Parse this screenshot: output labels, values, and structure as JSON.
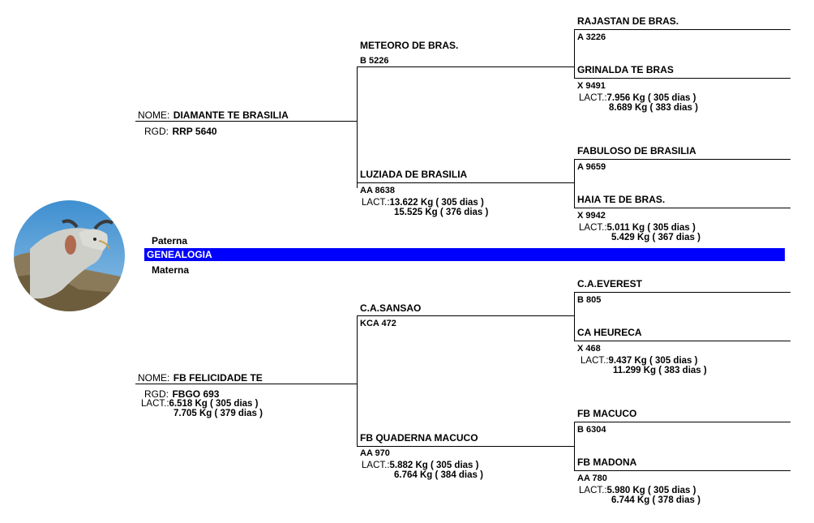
{
  "animal": {
    "nome_label": "NOME:",
    "rgd_label": "RGD:",
    "lact_label": "LACT.:",
    "sire": {
      "name": "DIAMANTE TE BRASILIA",
      "rgd": "RRP 5640"
    },
    "dam": {
      "name": "FB FELICIDADE TE",
      "rgd": "FBGO 693",
      "lact1": "6.518 Kg ( 305 dias )",
      "lact2": "7.705 Kg ( 379 dias )"
    }
  },
  "paternal": {
    "gs": {
      "name": "METEORO DE BRAS.",
      "code": "B 5226"
    },
    "gd": {
      "name": "LUZIADA DE BRASILIA",
      "code": "AA 8638",
      "lact1": "13.622 Kg ( 305 dias )",
      "lact2": "15.525 Kg ( 376 dias )"
    },
    "ggs1": {
      "name": "RAJASTAN DE BRAS.",
      "code": "A 3226"
    },
    "ggd1": {
      "name": "GRINALDA TE BRAS",
      "code": "X 9491",
      "lact1": "7.956 Kg ( 305 dias )",
      "lact2": "8.689 Kg ( 383 dias )"
    },
    "ggs2": {
      "name": "FABULOSO DE BRASILIA",
      "code": "A 9659"
    },
    "ggd2": {
      "name": "HAIA TE DE BRAS.",
      "code": "X 9942",
      "lact1": "5.011 Kg ( 305 dias )",
      "lact2": "5.429 Kg ( 367 dias )"
    }
  },
  "maternal": {
    "gs": {
      "name": "C.A.SANSAO",
      "code": "KCA 472"
    },
    "gd": {
      "name": "FB QUADERNA MACUCO",
      "code": "AA 970",
      "lact1": "5.882 Kg ( 305 dias )",
      "lact2": "6.764 Kg ( 384 dias )"
    },
    "ggs1": {
      "name": "C.A.EVEREST",
      "code": "B 805"
    },
    "ggd1": {
      "name": "CA HEURECA",
      "code": "X 468",
      "lact1": "9.437 Kg ( 305 dias )",
      "lact2": "11.299 Kg ( 383 dias )"
    },
    "ggs2": {
      "name": "FB MACUCO",
      "code": "B 6304"
    },
    "ggd2": {
      "name": "FB MADONA",
      "code": "AA 780",
      "lact1": "5.980 Kg ( 305 dias )",
      "lact2": "6.744 Kg ( 378 dias )"
    }
  },
  "labels": {
    "paterna": "Paterna",
    "genealogia": "GENEALOGIA",
    "materna": "Materna"
  },
  "colors": {
    "bar": "#0000ff"
  }
}
